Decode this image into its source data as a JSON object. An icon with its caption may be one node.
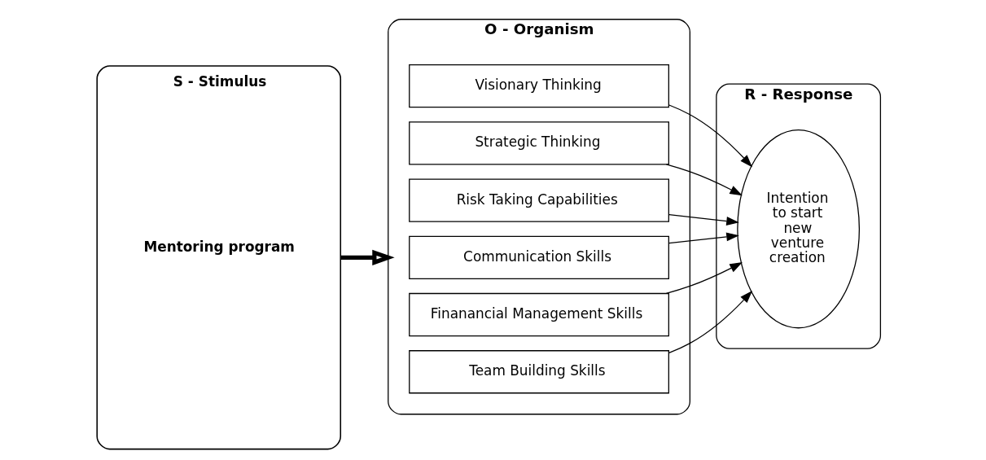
{
  "diagram": {
    "nodes": [
      {
        "text": [
          "S - Stimulus",
          "Mentoring program"
        ]
      },
      {
        "text": [
          "O - Organism"
        ]
      },
      {
        "text": [
          "Visionary Thinking"
        ],
        "in": 1
      },
      {
        "text": [
          "Strategic Thinking"
        ],
        "in": 1
      },
      {
        "text": [
          "Risk Taking Capabilities"
        ],
        "in": 1
      },
      {
        "text": [
          "Communication Skills"
        ],
        "in": 1
      },
      {
        "text": [
          "Finanancial Management Skills"
        ],
        "in": 1
      },
      {
        "text": [
          "Team Building Skills"
        ],
        "in": 1
      },
      {
        "text": [
          "R - Response"
        ]
      },
      {
        "text": [
          "Intention to start new venture creation"
        ],
        "in": 8
      }
    ],
    "edges": [
      {
        "from": 0,
        "to": 1,
        "arrow": "to",
        "style": "thick"
      },
      {
        "from": 2,
        "to": 9,
        "arrow": "to"
      },
      {
        "from": 3,
        "to": 9,
        "arrow": "to"
      },
      {
        "from": 4,
        "to": 9,
        "arrow": "to"
      },
      {
        "from": 5,
        "to": 9,
        "arrow": "to"
      },
      {
        "from": 6,
        "to": 9,
        "arrow": "to"
      },
      {
        "from": 7,
        "to": 9,
        "arrow": "to"
      }
    ]
  }
}
